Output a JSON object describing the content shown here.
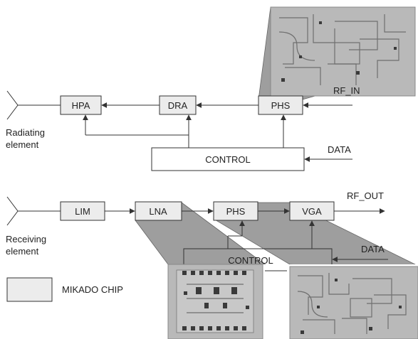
{
  "transmit_chain": {
    "hpa": "HPA",
    "dra": "DRA",
    "phs": "PHS",
    "control": "CONTROL",
    "rf_in": "RF_IN",
    "data_in": "DATA",
    "antenna_label_line1": "Radiating",
    "antenna_label_line2": "element"
  },
  "receive_chain": {
    "lim": "LIM",
    "lna": "LNA",
    "phs": "PHS",
    "vga": "VGA",
    "control": "CONTROL",
    "rf_out": "RF_OUT",
    "data_in": "DATA",
    "antenna_label_line1": "Receiving",
    "antenna_label_line2": "element"
  },
  "legend": {
    "mikado_chip": "MIKADO CHIP",
    "swatch_color": "#ececec"
  }
}
